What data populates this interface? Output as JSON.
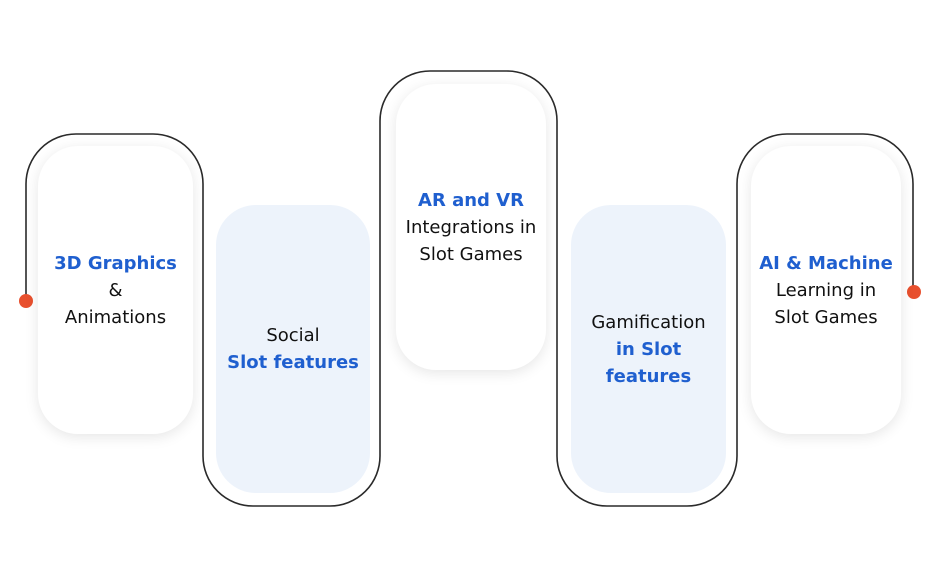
{
  "steps": [
    {
      "highlight": "3D Graphics",
      "line2": "&",
      "line3": "Animations"
    },
    {
      "line1": "Social",
      "highlight": "Slot features"
    },
    {
      "highlight": "AR and VR",
      "line2": "Integrations in",
      "line3": "Slot Games"
    },
    {
      "line1": "Gamification",
      "highlight": "in Slot features"
    },
    {
      "highlight": "AI & Machine",
      "line2": "Learning in",
      "line3": "Slot Games"
    }
  ],
  "colors": {
    "accent": "#1f5fcf",
    "dot": "#e8502e",
    "card_tint": "#edf3fb",
    "line": "#2a2a2a"
  }
}
